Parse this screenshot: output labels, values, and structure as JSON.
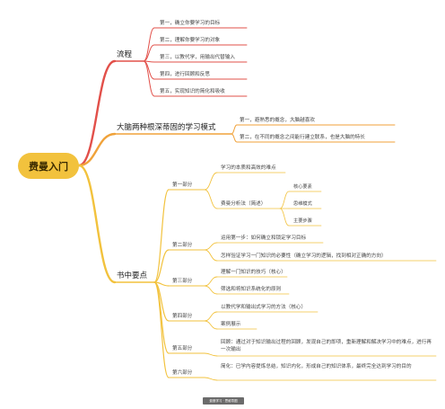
{
  "root": {
    "label": "费曼入门"
  },
  "colors": {
    "root_fill": "#f2c23d",
    "branch_red": "#e2504a",
    "branch_orange": "#f0a23a",
    "branch_yellow": "#f2c23d"
  },
  "branches": {
    "flow": {
      "label": "流程",
      "items": [
        "第一，确立你要学习的目标",
        "第二，理解你要学习的对象",
        "第三，以教代学，用输出代替输入",
        "第四，进行回顾和反思",
        "第五，实现知识的简化和吸收"
      ]
    },
    "modes": {
      "label": "大脑两种根深蒂固的学习模式",
      "items": [
        "第一，避熟悉的概念，大脑越喜欢",
        "第二，在不同的概念之间能行建立联系，也是大脑的特长"
      ]
    },
    "book": {
      "label": "书中要点",
      "parts": [
        {
          "label": "第一部分",
          "items": [
            {
              "text": "学习的本质和高效的难点"
            },
            {
              "text": "费曼分析法（简述）",
              "children": [
                "核心要素",
                "思维模式",
                "主要步骤"
              ]
            }
          ]
        },
        {
          "label": "第二部分",
          "items": [
            {
              "text": "运用第一步：如何确立和锁定学习目标"
            },
            {
              "text": "怎样验证学习一门知识的必要性（确立学习的逻辑，找到相对正确的方向）"
            }
          ]
        },
        {
          "label": "第三部分",
          "items": [
            {
              "text": "理解一门知识的技巧（核心）"
            },
            {
              "text": "筛选和将知识系统化的原则"
            }
          ]
        },
        {
          "label": "第四部分",
          "items": [
            {
              "text": "以教代学和输出式学习的方法（核心）"
            },
            {
              "text": "案例展示"
            }
          ]
        },
        {
          "label": "第五部分",
          "items": [
            {
              "text": "回顾：通过对于知识输出过程的回顾，发现自己的即项，重新理解和解决学习中的难点，进行再一次输出"
            }
          ]
        },
        {
          "label": "第六部分",
          "items": [
            {
              "text": "简化：已学内容提炼总结，知识内化，形成自己的知识体系，最终完全达到学习的目的"
            }
          ]
        }
      ]
    }
  },
  "footer": {
    "text": "费曼学习 · 思维导图"
  }
}
